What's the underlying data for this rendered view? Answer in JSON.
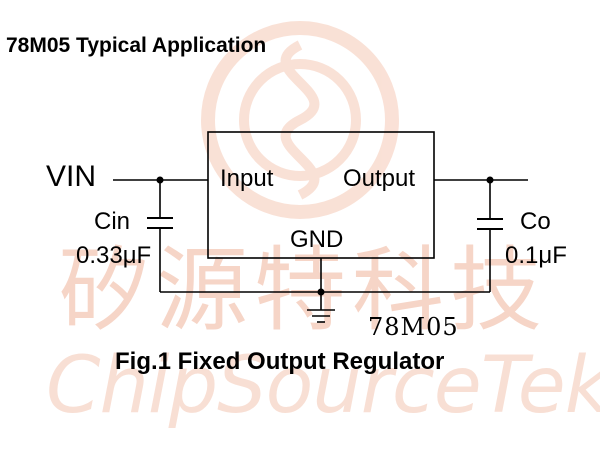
{
  "header": {
    "title": "78M05 Typical Application"
  },
  "circuit": {
    "vin_label": "VIN",
    "input_pin": "Input",
    "output_pin": "Output",
    "gnd_pin": "GND",
    "cin": {
      "name": "Cin",
      "value": "0.33μF"
    },
    "co": {
      "name": "Co",
      "value": "0.1μF"
    },
    "part_tag": "78M05"
  },
  "caption": "Fig.1 Fixed Output Regulator",
  "watermark": {
    "chinese": "矽源特科技",
    "latin": "ChipSourceTek",
    "color": "#f3c0ad"
  }
}
